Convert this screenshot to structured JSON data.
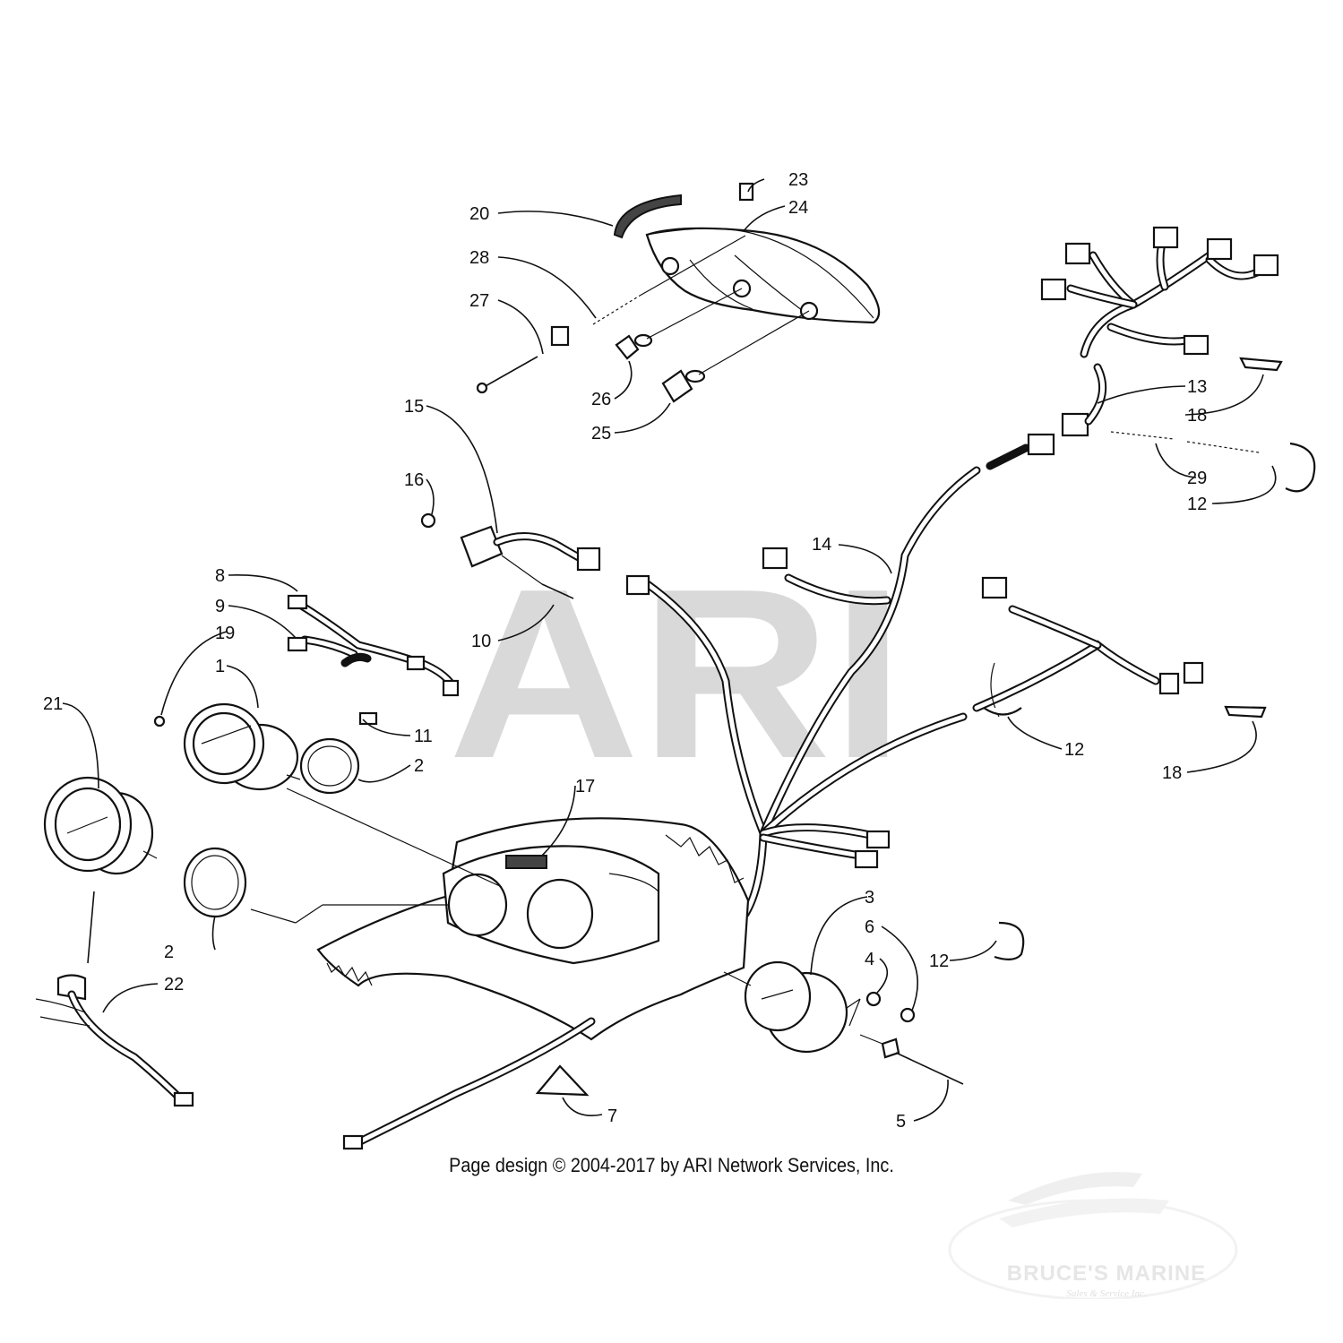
{
  "watermark": {
    "text": "ARI"
  },
  "copyright": "Page design © 2004-2017 by ARI Network Services, Inc.",
  "logo": {
    "name": "BRUCE'S MARINE",
    "tagline": "Sales & Service Inc."
  },
  "callouts": {
    "c1": "1",
    "c2a": "2",
    "c2b": "2",
    "c3": "3",
    "c4": "4",
    "c5": "5",
    "c6": "6",
    "c7": "7",
    "c8": "8",
    "c9": "9",
    "c10": "10",
    "c11": "11",
    "c12a": "12",
    "c12b": "12",
    "c12c": "12",
    "c13": "13",
    "c14": "14",
    "c15": "15",
    "c16": "16",
    "c17": "17",
    "c18a": "18",
    "c18b": "18",
    "c19": "19",
    "c20": "20",
    "c21": "21",
    "c22": "22",
    "c23": "23",
    "c24": "24",
    "c25": "25",
    "c26": "26",
    "c27": "27",
    "c28": "28",
    "c29": "29"
  }
}
